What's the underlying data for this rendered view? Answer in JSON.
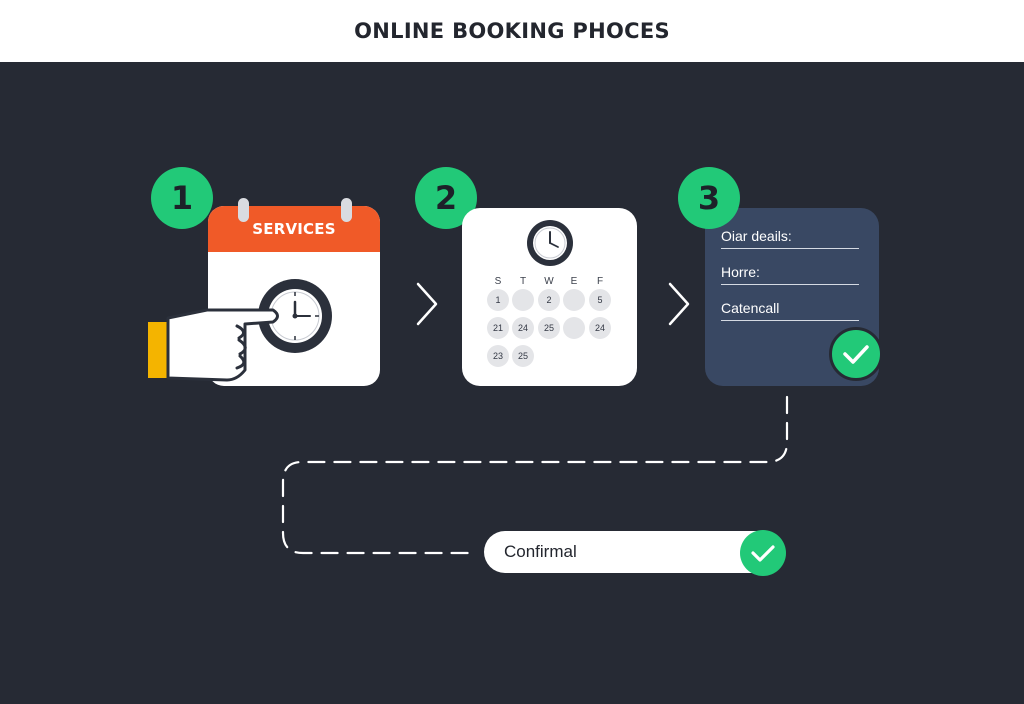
{
  "header": {
    "title": "ONLINE BOOKING PHOCES"
  },
  "steps": [
    {
      "number": "1",
      "card_title": "SERVICES",
      "icon": "pointing-hand-clock-icon"
    },
    {
      "number": "2",
      "icon": "clock-icon",
      "weekdays": [
        "S",
        "T",
        "W",
        "E",
        "F"
      ],
      "days": [
        [
          "1",
          "",
          "2",
          "",
          "5"
        ],
        [
          "21",
          "24",
          "25",
          "",
          "24"
        ],
        [
          "23",
          "25"
        ]
      ]
    },
    {
      "number": "3",
      "fields": [
        "Oiar deails:",
        "Horre:",
        "Catencall"
      ],
      "icon": "check-icon"
    }
  ],
  "confirm": {
    "label": "Confirmal",
    "icon": "check-icon"
  },
  "colors": {
    "background": "#262a34",
    "accent_green": "#22c978",
    "orange": "#f05a28",
    "navy_card": "#394863",
    "finger_cuff": "#f4b400"
  }
}
